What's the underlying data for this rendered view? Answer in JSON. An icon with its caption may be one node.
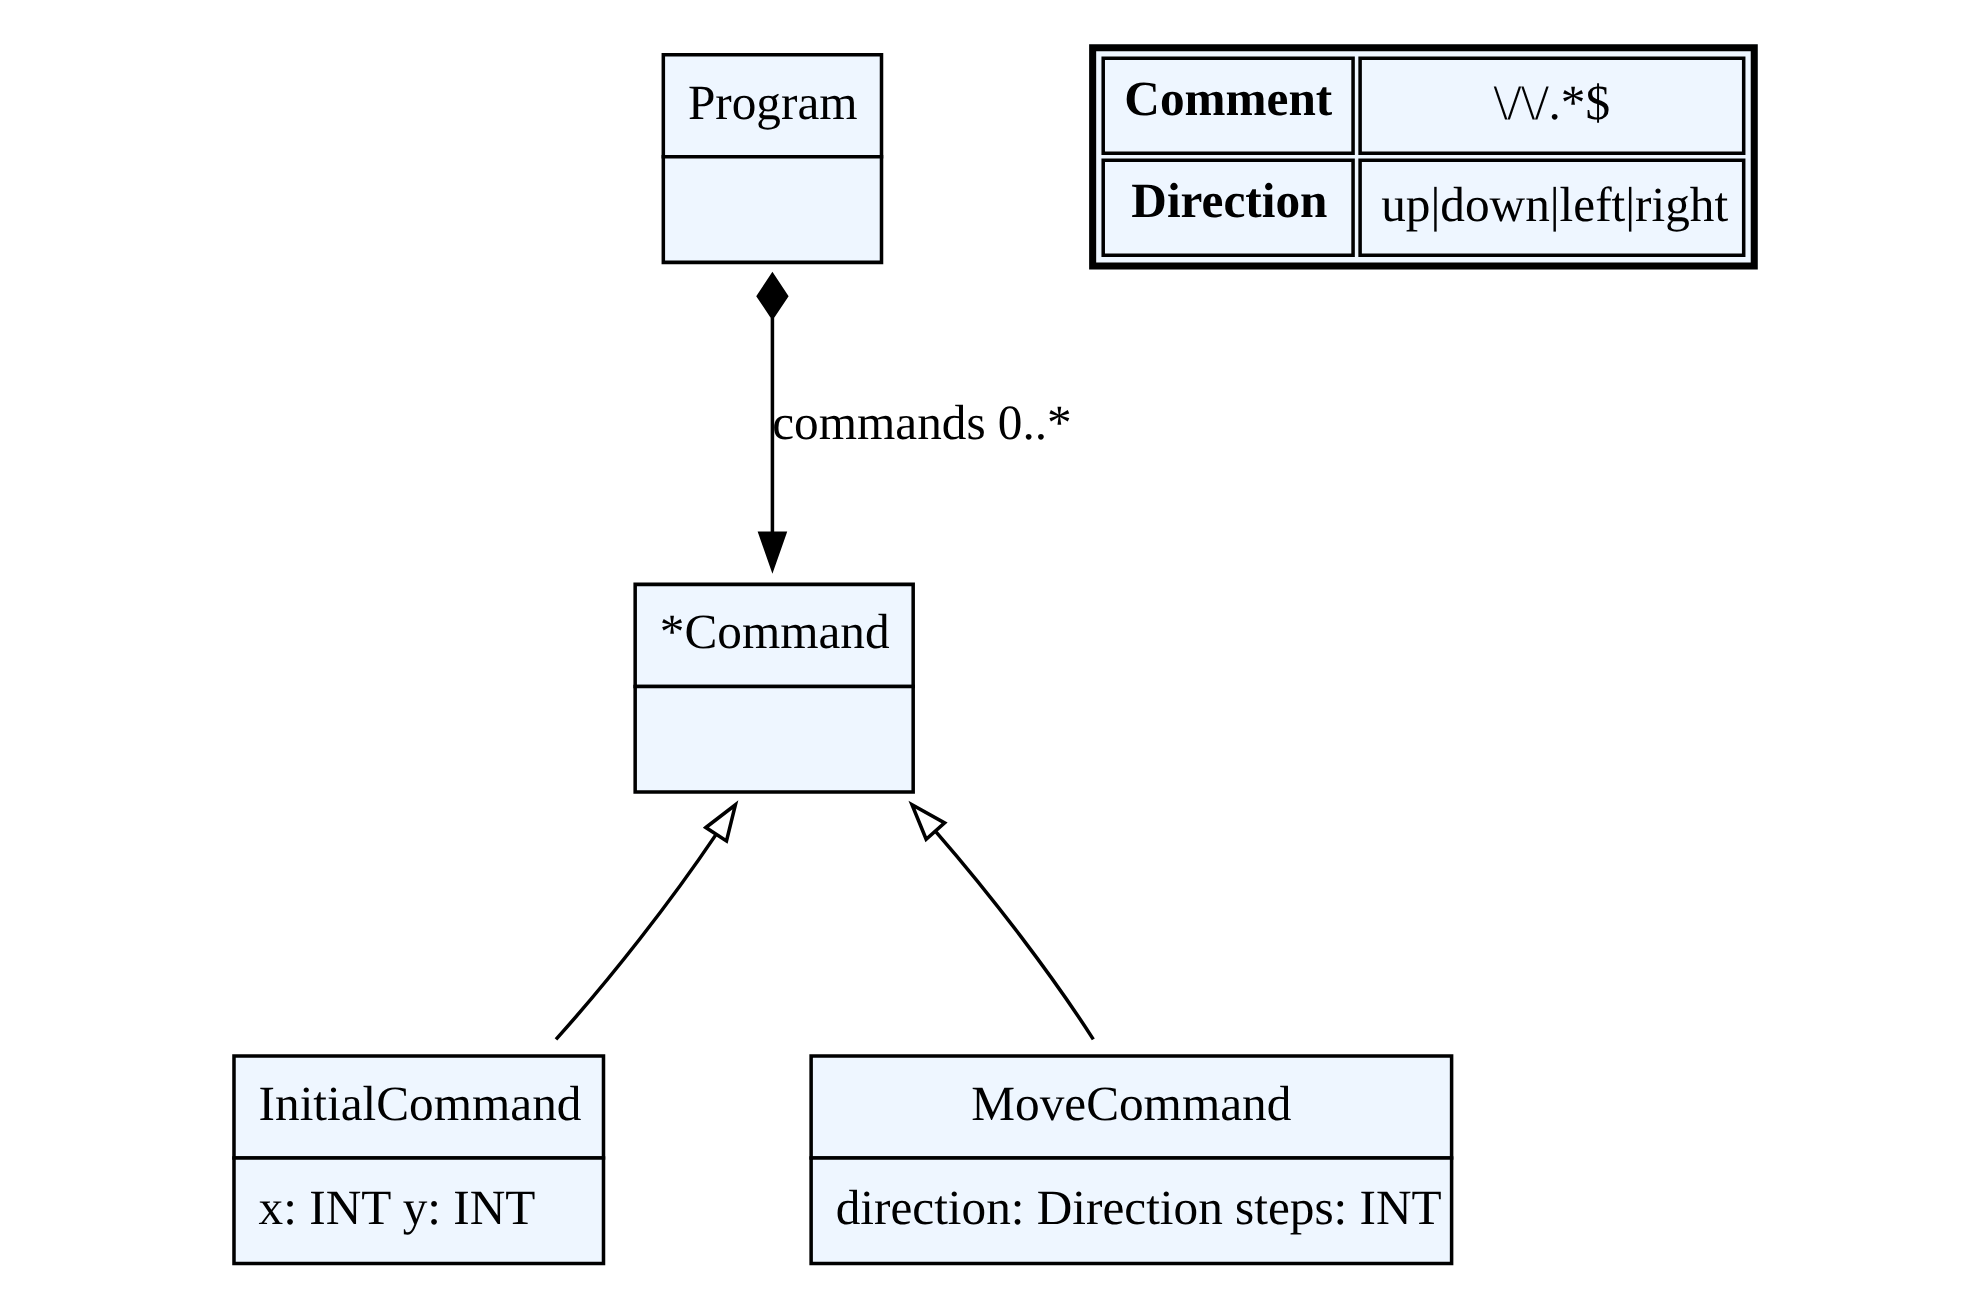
{
  "diagram": {
    "nodes": [
      {
        "text": [
          "Program"
        ]
      },
      {
        "text": [
          "*Command"
        ]
      },
      {
        "text": [
          "InitialCommand",
          "x: INT y: INT"
        ]
      },
      {
        "text": [
          "MoveCommand",
          "direction: Direction steps: INT"
        ]
      },
      {
        "text": [
          "Comment",
          "\\/\\/.*$",
          "Direction",
          "up|down|left|right"
        ]
      }
    ],
    "edges": [
      {
        "from": 0,
        "to": 1,
        "arrow": "to",
        "label": "commands 0..*"
      },
      {
        "from": 2,
        "to": 1,
        "arrow": "to"
      },
      {
        "from": 3,
        "to": 1,
        "arrow": "to"
      }
    ]
  }
}
